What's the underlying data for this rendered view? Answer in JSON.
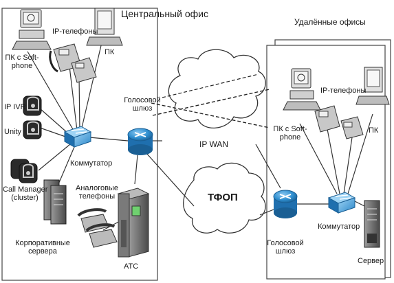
{
  "central_office": {
    "title": "Центральный офис",
    "labels": {
      "pc_softphone": "ПК с Soft-\nphone",
      "ip_phones": "IP-телефоны",
      "pc": "ПК",
      "ip_ivr": "IP IVR",
      "unity": "Unity",
      "call_manager": "Call Manager\n(cluster)",
      "switch": "Коммутатор",
      "corporate_servers": "Корпоративные\nсервера",
      "analog_phones": "Аналоговые\nтелефоны",
      "pbx": "АТС",
      "voice_gateway": "Голосовой\nшлюз"
    }
  },
  "clouds": {
    "ip_wan": "IP WAN",
    "pstn": "ТФОП"
  },
  "remote_offices": {
    "title": "Удалённые офисы",
    "labels": {
      "ip_phones": "IP-телефоны",
      "pc_softphone": "ПК с Soft-\nphone",
      "pc": "ПК",
      "voice_gateway": "Голосовой\nшлюз",
      "switch": "Коммутатор",
      "server": "Сервер"
    }
  },
  "colors": {
    "device_blue": "#2f8fd0",
    "device_blue_dark": "#1a5f94",
    "line": "#3a3a3a",
    "device_gray": "#555555"
  }
}
